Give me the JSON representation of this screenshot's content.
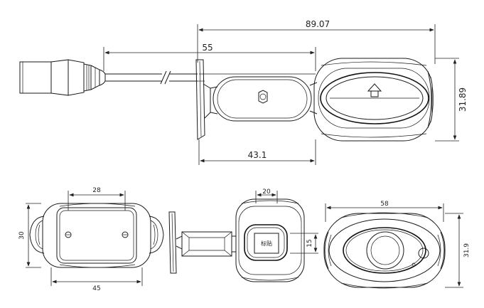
{
  "dimensions": {
    "top_overall_length": "89.07",
    "top_base_length": "55",
    "top_height": "31.89",
    "top_mount_length": "43.1",
    "bottom_left_width": "28",
    "bottom_left_height": "30",
    "bottom_left_length": "45",
    "bottom_middle_width": "20",
    "bottom_middle_label_height": "15",
    "bottom_right_length": "58",
    "bottom_right_height": "31.9"
  },
  "label_text": "标贴"
}
